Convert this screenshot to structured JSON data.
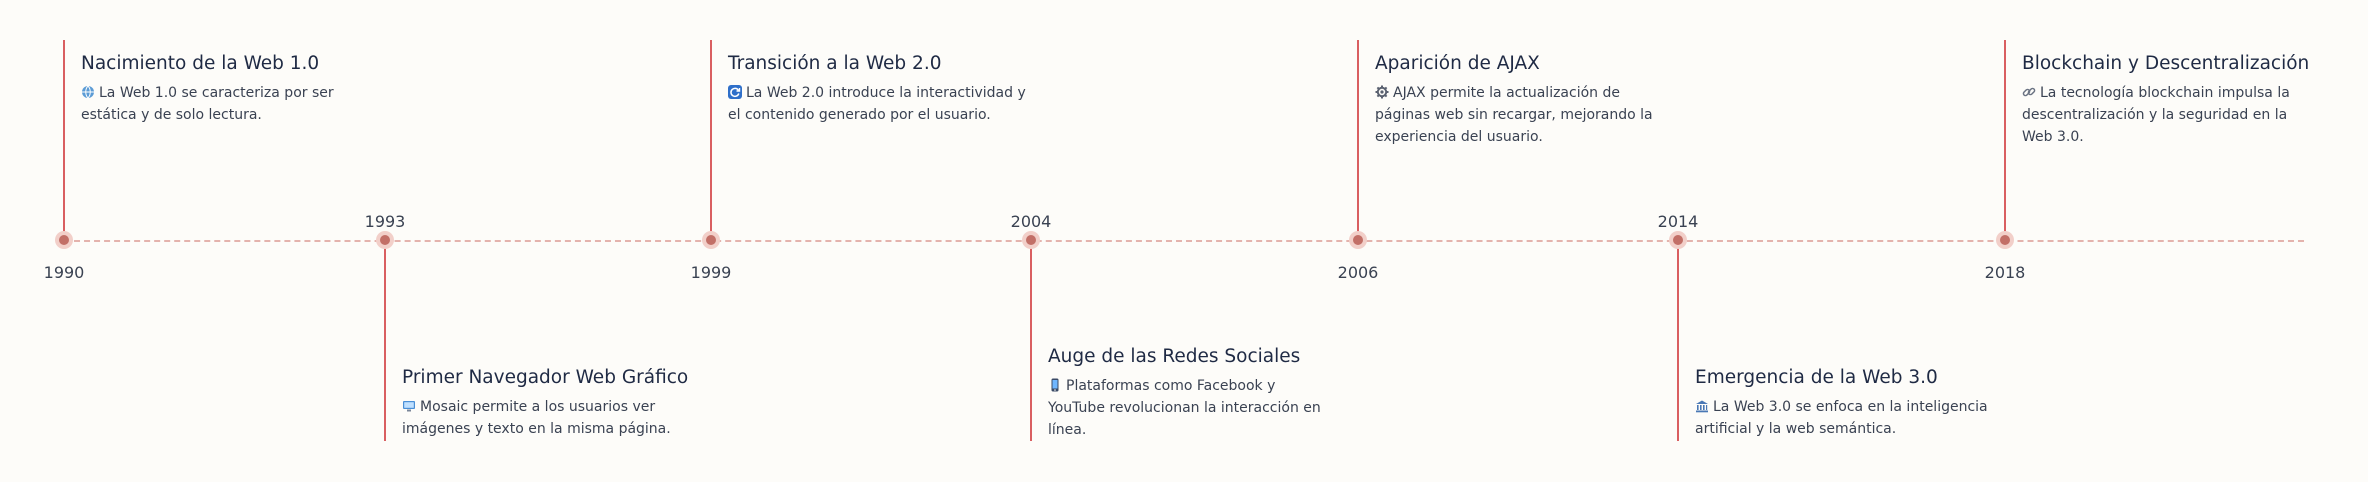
{
  "events": [
    {
      "year": "1990",
      "title": "Nacimiento de la Web 1.0",
      "icon": "globe-icon",
      "description": "La Web 1.0 se caracteriza por ser estática y de solo lectura."
    },
    {
      "year": "1993",
      "title": "Primer Navegador Web Gráfico",
      "icon": "computer-icon",
      "description": "Mosaic permite a los usuarios ver imágenes y texto en la misma página."
    },
    {
      "year": "1999",
      "title": "Transición a la Web 2.0",
      "icon": "refresh-icon",
      "description": "La Web 2.0 introduce la interactividad y el contenido generado por el usuario."
    },
    {
      "year": "2004",
      "title": "Auge de las Redes Sociales",
      "icon": "mobile-phone-icon",
      "description": "Plataformas como Facebook y YouTube revolucionan la interacción en línea."
    },
    {
      "year": "2006",
      "title": "Aparición de AJAX",
      "icon": "gear-icon",
      "description": "AJAX permite la actualización de páginas web sin recargar, mejorando la experiencia del usuario."
    },
    {
      "year": "2014",
      "title": "Emergencia de la Web 3.0",
      "icon": "bank-icon",
      "description": "La Web 3.0 se enfoca en la inteligencia artificial y la web semántica."
    },
    {
      "year": "2018",
      "title": "Blockchain y Descentralización",
      "icon": "link-icon",
      "description": "La tecnología blockchain impulsa la descentralización y la seguridad en la Web 3.0."
    }
  ],
  "colors": {
    "stem": "#d95f61",
    "marker_outer": "#f2cfc9",
    "marker_inner": "#c26f67",
    "axis": "#e4b3ad",
    "title": "#1f2a44",
    "text": "#3a4252",
    "background": "#fdfcf9"
  }
}
